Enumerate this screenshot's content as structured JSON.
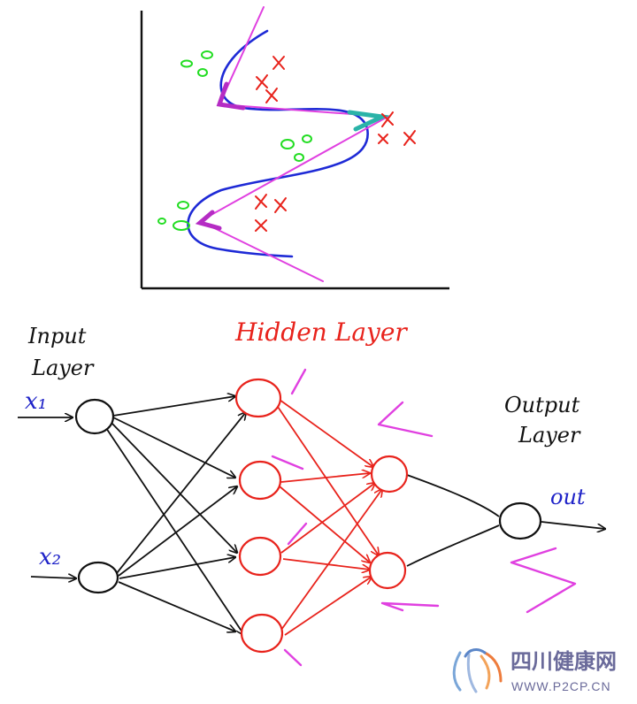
{
  "labels": {
    "input_layer_line1": "Input",
    "input_layer_line2": "Layer",
    "hidden_layer": "Hidden Layer",
    "output_layer_line1": "Output",
    "output_layer_line2": "Layer",
    "x1": "x₁",
    "x2": "x₂",
    "out": "out"
  },
  "watermark": {
    "cn": "四川健康网",
    "url": "WWW.P2CP.CN"
  },
  "colors": {
    "ink": "#111111",
    "hidden": "#e8231c",
    "input_text": "#1e22c8",
    "curve_blue": "#1e2ad6",
    "curve_pink": "#e040e0",
    "accent_teal": "#2ab3a8",
    "accent_purple": "#b52cc4",
    "class_o": "#22dd22",
    "class_x": "#e8231c",
    "watermark": "#6a6a9a"
  },
  "network": {
    "layers": [
      {
        "name": "input",
        "nodes": 2
      },
      {
        "name": "hidden1",
        "nodes": 4
      },
      {
        "name": "hidden2",
        "nodes": 2
      },
      {
        "name": "output",
        "nodes": 1
      }
    ]
  }
}
